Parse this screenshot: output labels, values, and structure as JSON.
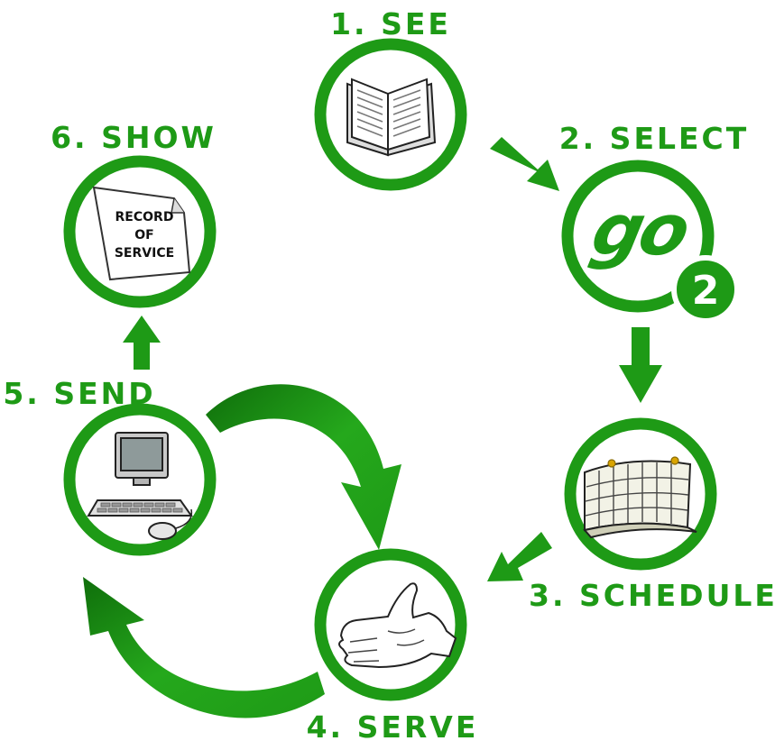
{
  "colors": {
    "ring": "#1e9a16",
    "arrow": "#1e9a16",
    "label": "#1e9a16",
    "background": "#ffffff"
  },
  "steps": [
    {
      "label": "1. SEE",
      "icon": "open-book-icon"
    },
    {
      "label": "2. SELECT",
      "icon": "go2-logo-icon"
    },
    {
      "label": "3. SCHEDULE",
      "icon": "calendar-icon"
    },
    {
      "label": "4. SERVE",
      "icon": "open-hand-icon"
    },
    {
      "label": "5. SEND",
      "icon": "computer-icon"
    },
    {
      "label": "6. SHOW",
      "icon": "document-icon"
    }
  ],
  "logo": {
    "text": "go",
    "badge": "2"
  },
  "document": {
    "lines": [
      "RECORD",
      "OF",
      "SERVICE"
    ]
  }
}
